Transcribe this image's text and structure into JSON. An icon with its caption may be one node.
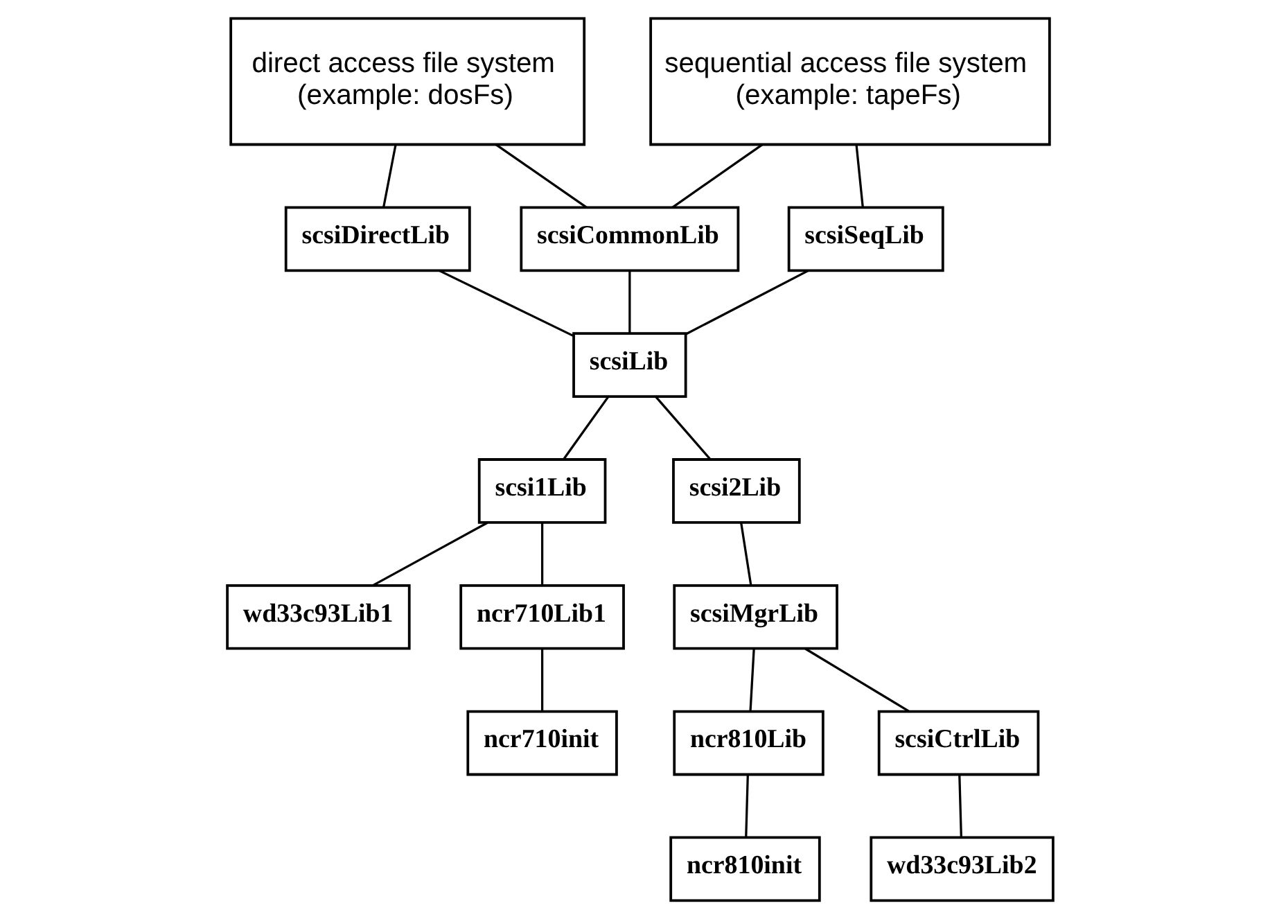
{
  "diagram": {
    "nodes": [
      {
        "text": [
          "direct access file system",
          "(example: dosFs)"
        ]
      },
      {
        "text": [
          "sequential access file system",
          "(example: tapeFs)"
        ]
      },
      {
        "text": [
          "scsiDirectLib"
        ]
      },
      {
        "text": [
          "scsiCommonLib"
        ]
      },
      {
        "text": [
          "scsiSeqLib"
        ]
      },
      {
        "text": [
          "scsiLib"
        ]
      },
      {
        "text": [
          "scsi1Lib"
        ]
      },
      {
        "text": [
          "scsi2Lib"
        ]
      },
      {
        "text": [
          "scsiMgrLib"
        ]
      },
      {
        "text": [
          "wd33c93Lib1"
        ]
      },
      {
        "text": [
          "ncr710Lib1"
        ]
      },
      {
        "text": [
          "ncr810Lib"
        ]
      },
      {
        "text": [
          "scsiCtrlLib"
        ]
      },
      {
        "text": [
          "ncr710init"
        ]
      },
      {
        "text": [
          "ncr810init"
        ]
      },
      {
        "text": [
          "wd33c93Lib2"
        ]
      }
    ],
    "edges": [
      {
        "from": 0,
        "to": 2,
        "arrow": "none"
      },
      {
        "from": 0,
        "to": 3,
        "arrow": "none"
      },
      {
        "from": 1,
        "to": 3,
        "arrow": "none"
      },
      {
        "from": 1,
        "to": 4,
        "arrow": "none"
      },
      {
        "from": 2,
        "to": 5,
        "arrow": "none"
      },
      {
        "from": 3,
        "to": 5,
        "arrow": "none"
      },
      {
        "from": 4,
        "to": 5,
        "arrow": "none"
      },
      {
        "from": 5,
        "to": 6,
        "arrow": "none"
      },
      {
        "from": 5,
        "to": 7,
        "arrow": "none"
      },
      {
        "from": 6,
        "to": 9,
        "arrow": "none"
      },
      {
        "from": 6,
        "to": 10,
        "arrow": "none"
      },
      {
        "from": 7,
        "to": 8,
        "arrow": "none"
      },
      {
        "from": 8,
        "to": 11,
        "arrow": "none"
      },
      {
        "from": 8,
        "to": 12,
        "arrow": "none"
      },
      {
        "from": 10,
        "to": 13,
        "arrow": "none"
      },
      {
        "from": 11,
        "to": 14,
        "arrow": "none"
      },
      {
        "from": 12,
        "to": 15,
        "arrow": "none"
      }
    ]
  }
}
